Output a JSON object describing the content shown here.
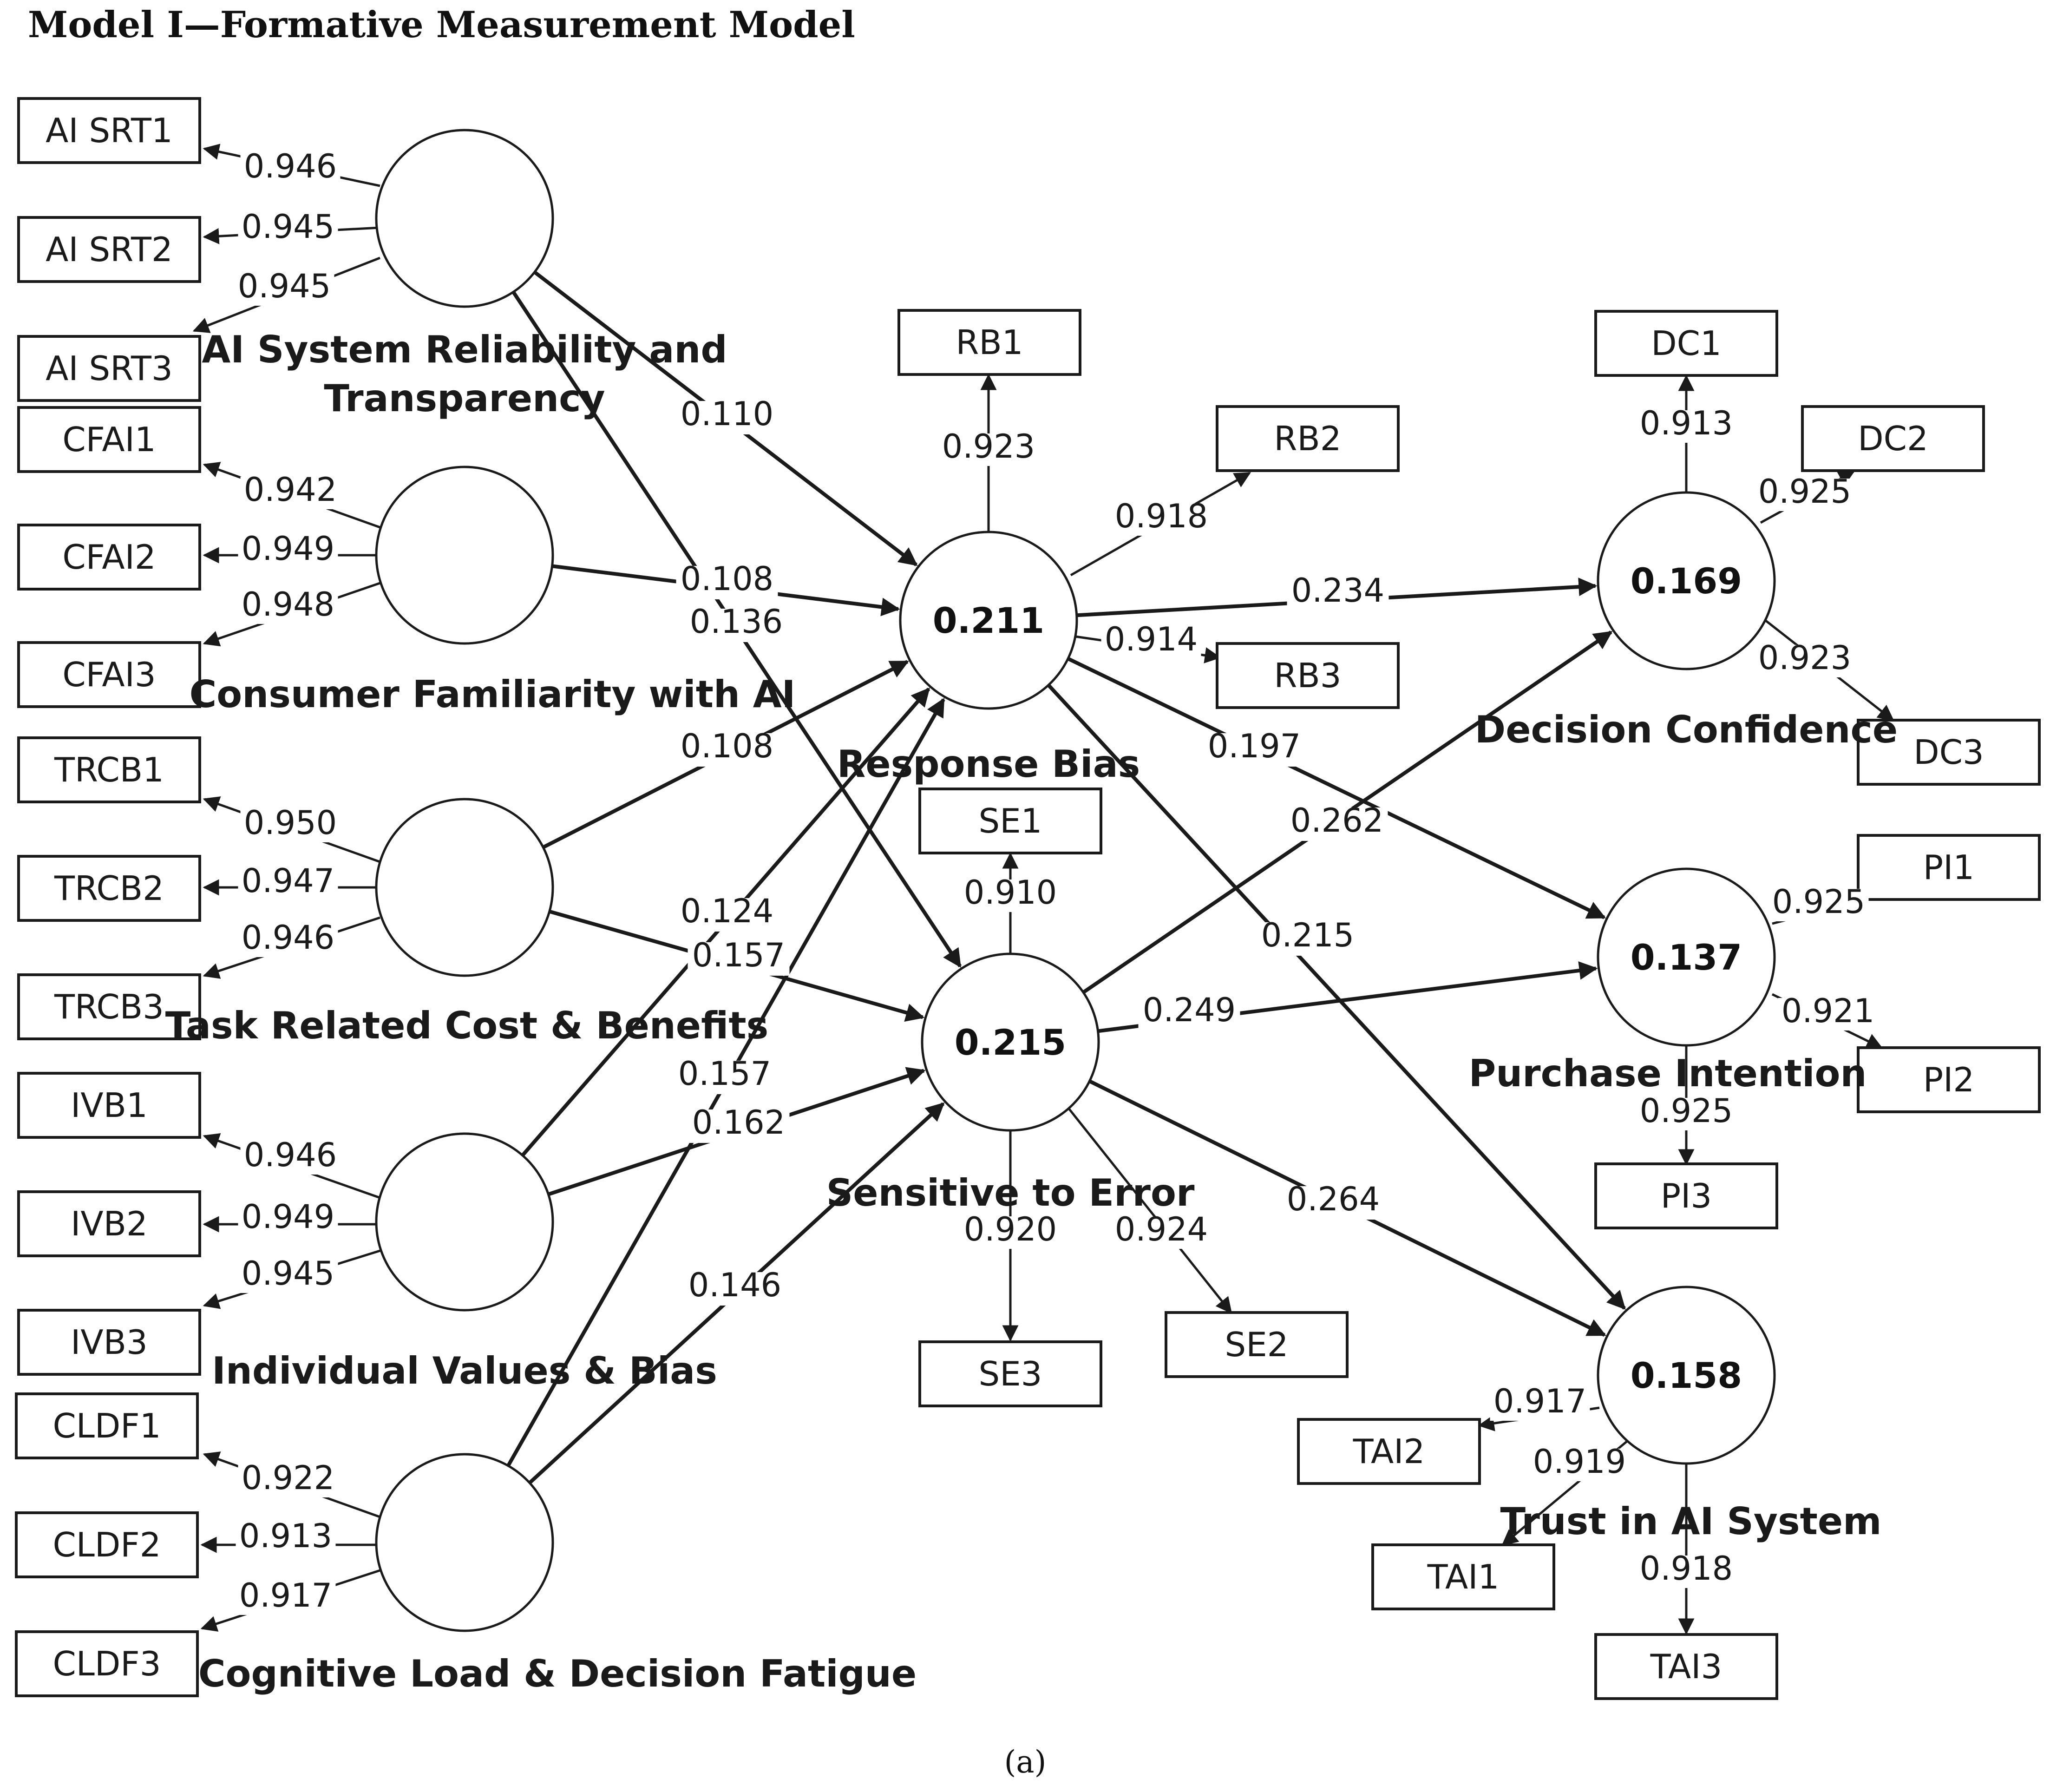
{
  "title": "Model I—Formative Measurement Model",
  "caption": "(a)",
  "constructs": [
    {
      "id": "aisrt",
      "name_lines": [
        "AI System Reliability and",
        "Transparency"
      ],
      "r2": ""
    },
    {
      "id": "cfai",
      "name_lines": [
        "Consumer Familiarity with AI"
      ],
      "r2": ""
    },
    {
      "id": "trcb",
      "name_lines": [
        "Task Related Cost & Benefits"
      ],
      "r2": ""
    },
    {
      "id": "ivb",
      "name_lines": [
        "Individual Values & Bias"
      ],
      "r2": ""
    },
    {
      "id": "cldf",
      "name_lines": [
        "Cognitive Load & Decision Fatigue"
      ],
      "r2": ""
    },
    {
      "id": "rb",
      "name_lines": [
        "Response Bias"
      ],
      "r2": "0.211"
    },
    {
      "id": "se",
      "name_lines": [
        "Sensitive to Error"
      ],
      "r2": "0.215"
    },
    {
      "id": "dc",
      "name_lines": [
        "Decision Confidence"
      ],
      "r2": "0.169"
    },
    {
      "id": "pi",
      "name_lines": [
        "Purchase Intention"
      ],
      "r2": "0.137"
    },
    {
      "id": "tai",
      "name_lines": [
        "Trust in AI System"
      ],
      "r2": "0.158"
    }
  ],
  "indicators": [
    {
      "id": "aisrt1",
      "label": "AI SRT1",
      "construct": "aisrt",
      "loading": "0.946"
    },
    {
      "id": "aisrt2",
      "label": "AI SRT2",
      "construct": "aisrt",
      "loading": "0.945"
    },
    {
      "id": "aisrt3",
      "label": "AI SRT3",
      "construct": "aisrt",
      "loading": "0.945"
    },
    {
      "id": "cfai1",
      "label": "CFAI1",
      "construct": "cfai",
      "loading": "0.942"
    },
    {
      "id": "cfai2",
      "label": "CFAI2",
      "construct": "cfai",
      "loading": "0.949"
    },
    {
      "id": "cfai3",
      "label": "CFAI3",
      "construct": "cfai",
      "loading": "0.948"
    },
    {
      "id": "trcb1",
      "label": "TRCB1",
      "construct": "trcb",
      "loading": "0.950"
    },
    {
      "id": "trcb2",
      "label": "TRCB2",
      "construct": "trcb",
      "loading": "0.947"
    },
    {
      "id": "trcb3",
      "label": "TRCB3",
      "construct": "trcb",
      "loading": "0.946"
    },
    {
      "id": "ivb1",
      "label": "IVB1",
      "construct": "ivb",
      "loading": "0.946"
    },
    {
      "id": "ivb2",
      "label": "IVB2",
      "construct": "ivb",
      "loading": "0.949"
    },
    {
      "id": "ivb3",
      "label": "IVB3",
      "construct": "ivb",
      "loading": "0.945"
    },
    {
      "id": "cldf1",
      "label": "CLDF1",
      "construct": "cldf",
      "loading": "0.922"
    },
    {
      "id": "cldf2",
      "label": "CLDF2",
      "construct": "cldf",
      "loading": "0.913"
    },
    {
      "id": "cldf3",
      "label": "CLDF3",
      "construct": "cldf",
      "loading": "0.917"
    },
    {
      "id": "rb1",
      "label": "RB1",
      "construct": "rb",
      "loading": "0.923"
    },
    {
      "id": "rb2",
      "label": "RB2",
      "construct": "rb",
      "loading": "0.918"
    },
    {
      "id": "rb3",
      "label": "RB3",
      "construct": "rb",
      "loading": "0.914"
    },
    {
      "id": "se1",
      "label": "SE1",
      "construct": "se",
      "loading": "0.910"
    },
    {
      "id": "se2",
      "label": "SE2",
      "construct": "se",
      "loading": "0.924"
    },
    {
      "id": "se3",
      "label": "SE3",
      "construct": "se",
      "loading": "0.920"
    },
    {
      "id": "dc1",
      "label": "DC1",
      "construct": "dc",
      "loading": "0.913"
    },
    {
      "id": "dc2",
      "label": "DC2",
      "construct": "dc",
      "loading": "0.925"
    },
    {
      "id": "dc3",
      "label": "DC3",
      "construct": "dc",
      "loading": "0.923"
    },
    {
      "id": "pi1",
      "label": "PI1",
      "construct": "pi",
      "loading": "0.925"
    },
    {
      "id": "pi2",
      "label": "PI2",
      "construct": "pi",
      "loading": "0.921"
    },
    {
      "id": "pi3",
      "label": "PI3",
      "construct": "pi",
      "loading": "0.925"
    },
    {
      "id": "tai1",
      "label": "TAI1",
      "construct": "tai",
      "loading": "0.919"
    },
    {
      "id": "tai2",
      "label": "TAI2",
      "construct": "tai",
      "loading": "0.917"
    },
    {
      "id": "tai3",
      "label": "TAI3",
      "construct": "tai",
      "loading": "0.918"
    }
  ],
  "paths": [
    {
      "from": "aisrt",
      "to": "rb",
      "coef": "0.110"
    },
    {
      "from": "aisrt",
      "to": "se",
      "coef": "0.136"
    },
    {
      "from": "cfai",
      "to": "rb",
      "coef": "0.108"
    },
    {
      "from": "trcb",
      "to": "rb",
      "coef": "0.108"
    },
    {
      "from": "trcb",
      "to": "se",
      "coef": "0.157"
    },
    {
      "from": "ivb",
      "to": "rb",
      "coef": "0.124"
    },
    {
      "from": "ivb",
      "to": "se",
      "coef": "0.162"
    },
    {
      "from": "cldf",
      "to": "rb",
      "coef": "0.157"
    },
    {
      "from": "cldf",
      "to": "se",
      "coef": "0.146"
    },
    {
      "from": "rb",
      "to": "dc",
      "coef": "0.234"
    },
    {
      "from": "rb",
      "to": "pi",
      "coef": "0.197"
    },
    {
      "from": "rb",
      "to": "tai",
      "coef": "0.215"
    },
    {
      "from": "se",
      "to": "dc",
      "coef": "0.262"
    },
    {
      "from": "se",
      "to": "pi",
      "coef": "0.249"
    },
    {
      "from": "se",
      "to": "tai",
      "coef": "0.264"
    }
  ]
}
